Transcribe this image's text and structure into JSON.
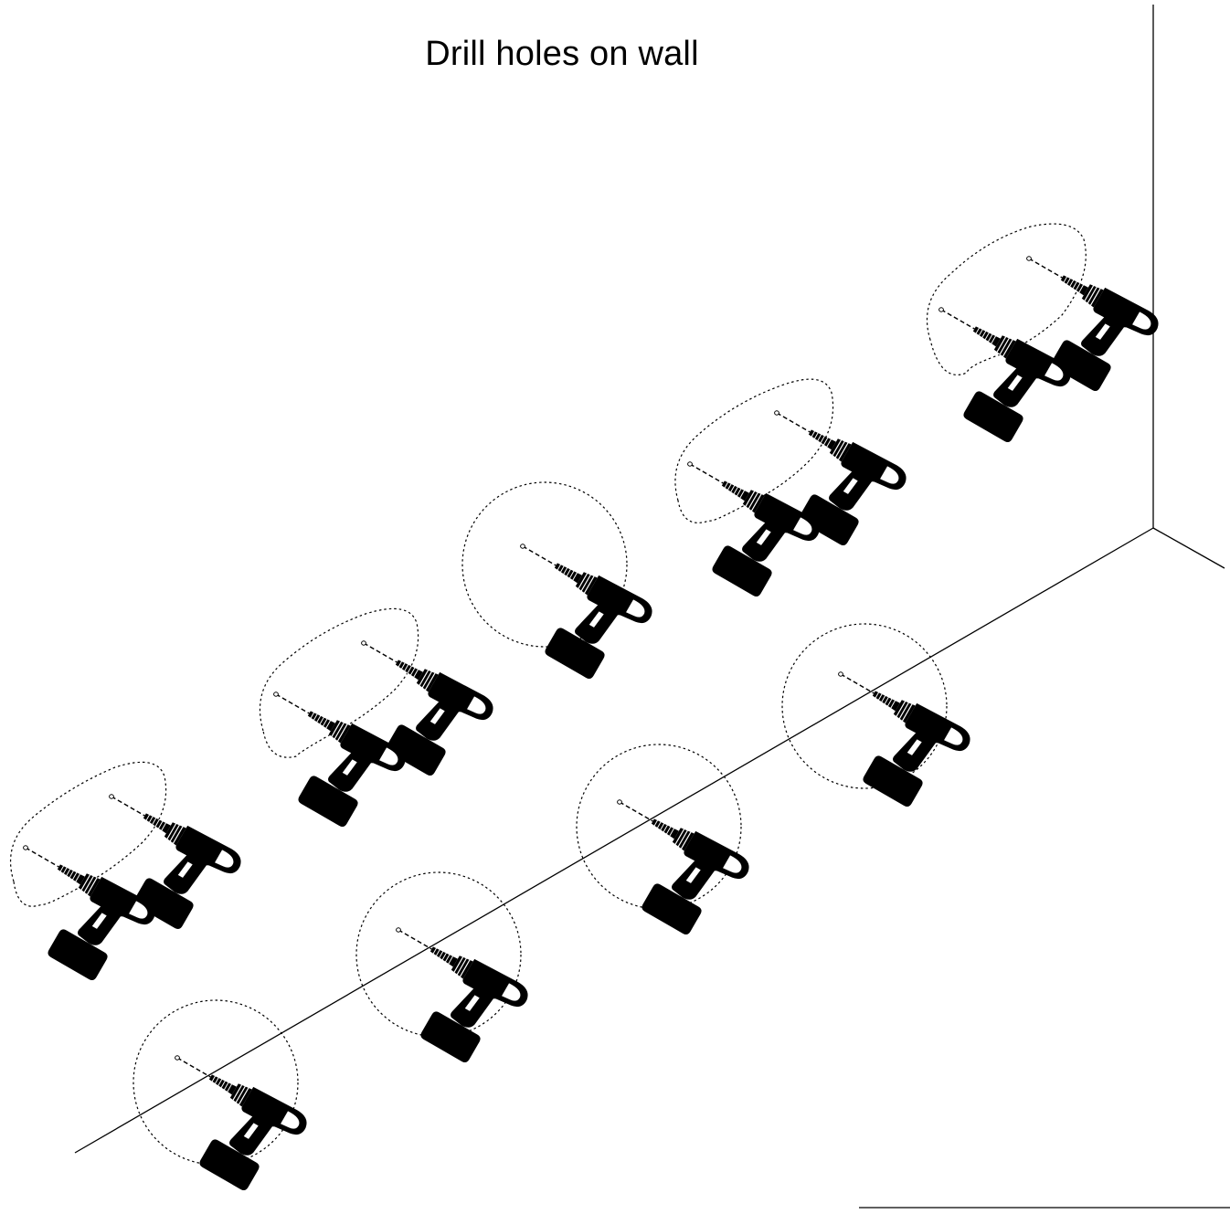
{
  "title": "Drill holes on wall",
  "colors": {
    "ink": "#000000",
    "background": "#ffffff"
  },
  "groups": [
    {
      "name": "pair-upper-right",
      "holes": 2,
      "outline": "dotted-pair"
    },
    {
      "name": "pair-upper-middle",
      "holes": 2,
      "outline": "dotted-pair"
    },
    {
      "name": "single-upper-center",
      "holes": 1,
      "outline": "dotted-circle"
    },
    {
      "name": "pair-upper-left",
      "holes": 2,
      "outline": "dotted-pair"
    },
    {
      "name": "pair-far-left",
      "holes": 2,
      "outline": "dotted-pair"
    },
    {
      "name": "single-lower-right",
      "holes": 1,
      "outline": "dotted-circle"
    },
    {
      "name": "single-lower-middle",
      "holes": 1,
      "outline": "dotted-circle"
    },
    {
      "name": "single-lower-left",
      "holes": 1,
      "outline": "dotted-circle"
    },
    {
      "name": "single-bottom-left",
      "holes": 1,
      "outline": "dotted-circle"
    }
  ],
  "icons": {
    "drill": "drill-icon",
    "hole": "hole-marker-icon"
  }
}
